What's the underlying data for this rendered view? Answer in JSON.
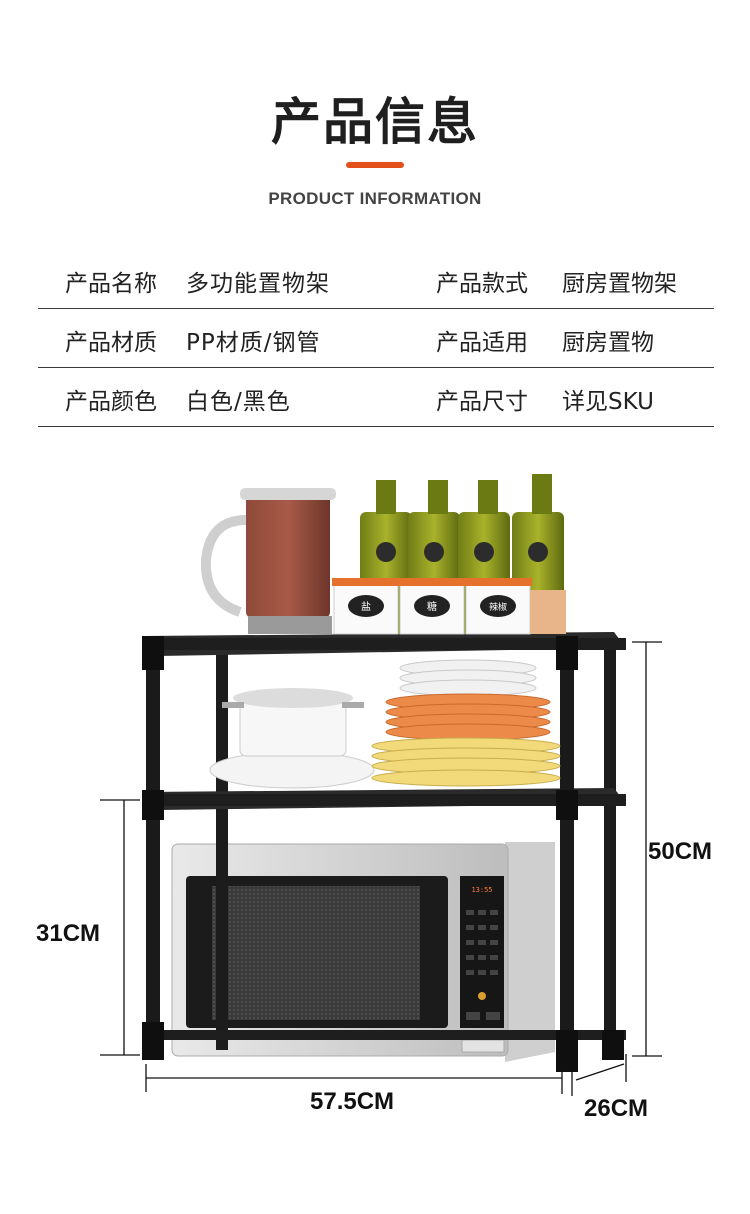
{
  "header": {
    "title": "产品信息",
    "subtitle": "PRODUCT INFORMATION",
    "accent_color": "#e2511b"
  },
  "specs": [
    {
      "label1": "产品名称",
      "value1": "多功能置物架",
      "label2": "产品款式",
      "value2": "厨房置物架"
    },
    {
      "label1": "产品材质",
      "value1": "PP材质/钢管",
      "label2": "产品适用",
      "value2": "厨房置物"
    },
    {
      "label1": "产品颜色",
      "value1": "白色/黑色",
      "label2": "产品尺寸",
      "value2": "详见SKU"
    }
  ],
  "product_image": {
    "jar_labels": [
      "盐",
      "糖",
      "辣椒"
    ],
    "microwave_display": "13:55"
  },
  "dimensions": {
    "height_total": "50CM",
    "height_lower": "31CM",
    "width": "57.5CM",
    "depth": "26CM"
  }
}
